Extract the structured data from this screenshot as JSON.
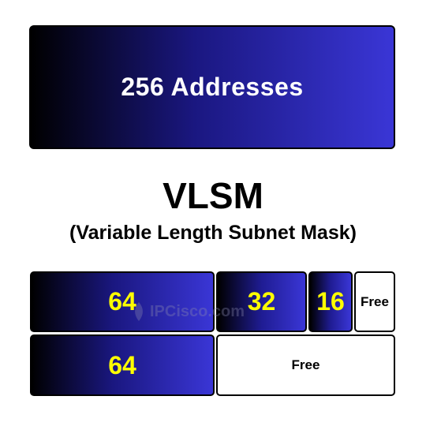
{
  "top_block": {
    "label": "256 Addresses"
  },
  "title": "VLSM",
  "subtitle": "(Variable Length Subnet Mask)",
  "row1": [
    {
      "label": "64",
      "kind": "used"
    },
    {
      "label": "32",
      "kind": "used"
    },
    {
      "label": "16",
      "kind": "used"
    },
    {
      "label": "Free",
      "kind": "free"
    }
  ],
  "row2": [
    {
      "label": "64",
      "kind": "used"
    },
    {
      "label": "Free",
      "kind": "free"
    }
  ],
  "watermark": {
    "text": "IPCisco.com"
  },
  "colors": {
    "gradient_start": "#000000",
    "gradient_end": "#3a36d6",
    "number_text": "#ffff00",
    "free_bg": "#ffffff"
  }
}
